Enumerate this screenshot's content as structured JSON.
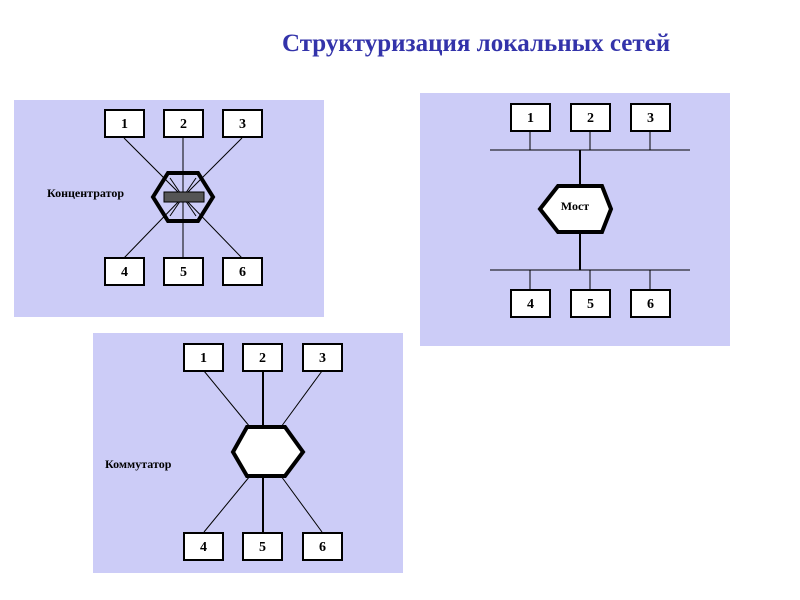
{
  "title": "Структуризация локальных сетей",
  "colors": {
    "title": "#3333aa",
    "panel": "#ccccf7",
    "hub_bar": "#555555"
  },
  "hub_diagram": {
    "device_label": "Концентратор",
    "nodes": [
      "1",
      "2",
      "3",
      "4",
      "5",
      "6"
    ]
  },
  "bridge_diagram": {
    "device_label": "Мост",
    "nodes": [
      "1",
      "2",
      "3",
      "4",
      "5",
      "6"
    ]
  },
  "switch_diagram": {
    "device_label": "Коммутатор",
    "nodes": [
      "1",
      "2",
      "3",
      "4",
      "5",
      "6"
    ]
  }
}
